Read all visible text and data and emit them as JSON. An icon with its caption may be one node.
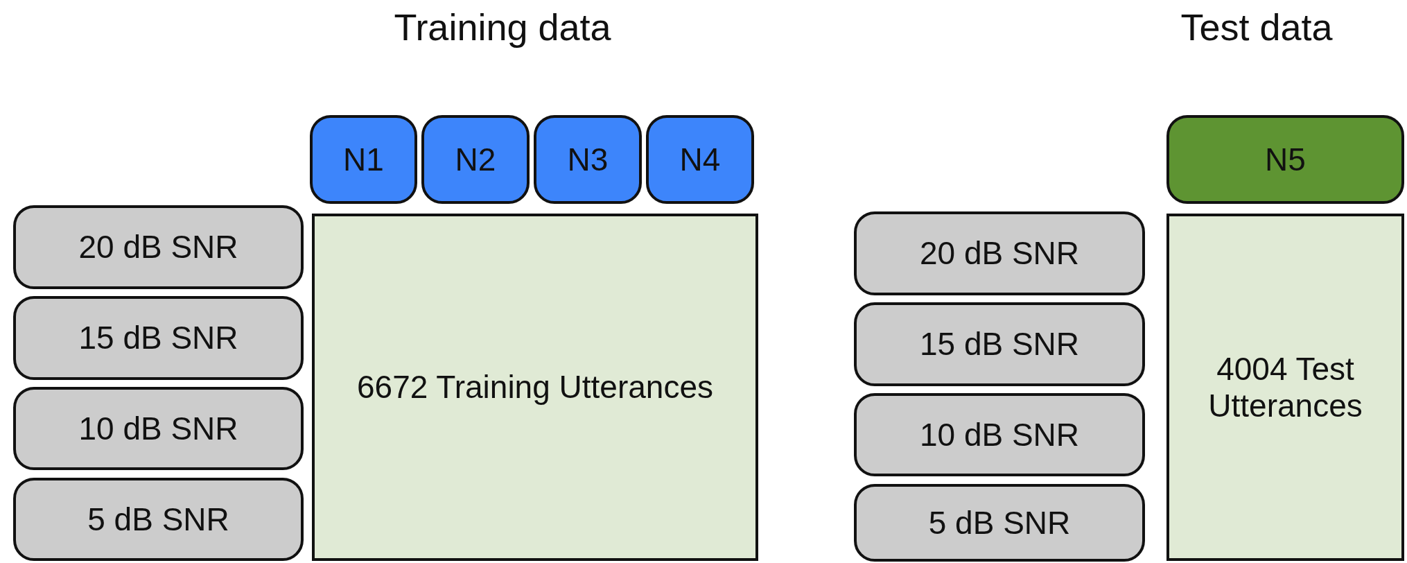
{
  "diagram": {
    "nodes": [
      {
        "text": [
          "N1"
        ]
      },
      {
        "text": [
          "N2"
        ]
      },
      {
        "text": [
          "N3"
        ]
      },
      {
        "text": [
          "N4"
        ]
      },
      {
        "text": [
          "20 dB SNR"
        ]
      },
      {
        "text": [
          "6672 Training Utterances"
        ]
      },
      {
        "text": [
          "15 dB SNR"
        ]
      },
      {
        "text": [
          "10 dB SNR"
        ]
      },
      {
        "text": [
          "5 dB SNR"
        ]
      },
      {
        "text": [
          "N5"
        ]
      },
      {
        "text": [
          "20 dB SNR"
        ]
      },
      {
        "text": [
          "4004 Test Utterances"
        ]
      },
      {
        "text": [
          "15 dB SNR"
        ]
      },
      {
        "text": [
          "10 dB SNR"
        ]
      },
      {
        "text": [
          "5 dB SNR"
        ]
      }
    ],
    "labels": [
      "Training data",
      "Test data"
    ]
  }
}
